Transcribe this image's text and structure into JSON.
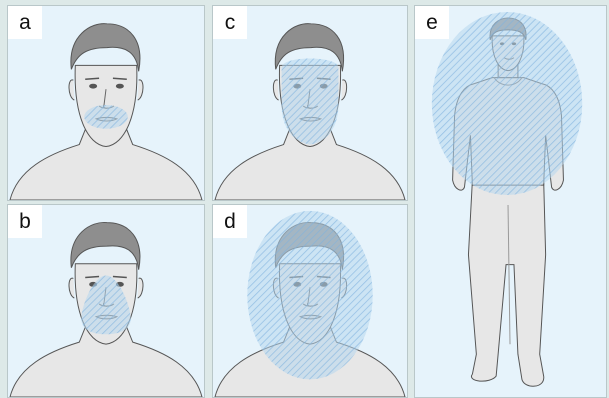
{
  "panels": {
    "a": {
      "label": "a"
    },
    "b": {
      "label": "b"
    },
    "c": {
      "label": "c"
    },
    "d": {
      "label": "d"
    },
    "e": {
      "label": "e"
    }
  },
  "colors": {
    "panel_bg": "#e6f3fb",
    "skin": "#e7e7e7",
    "hair": "#8e8e8e",
    "highlight_fill": "#aecfea",
    "highlight_stripe": "#8fbbe0"
  }
}
